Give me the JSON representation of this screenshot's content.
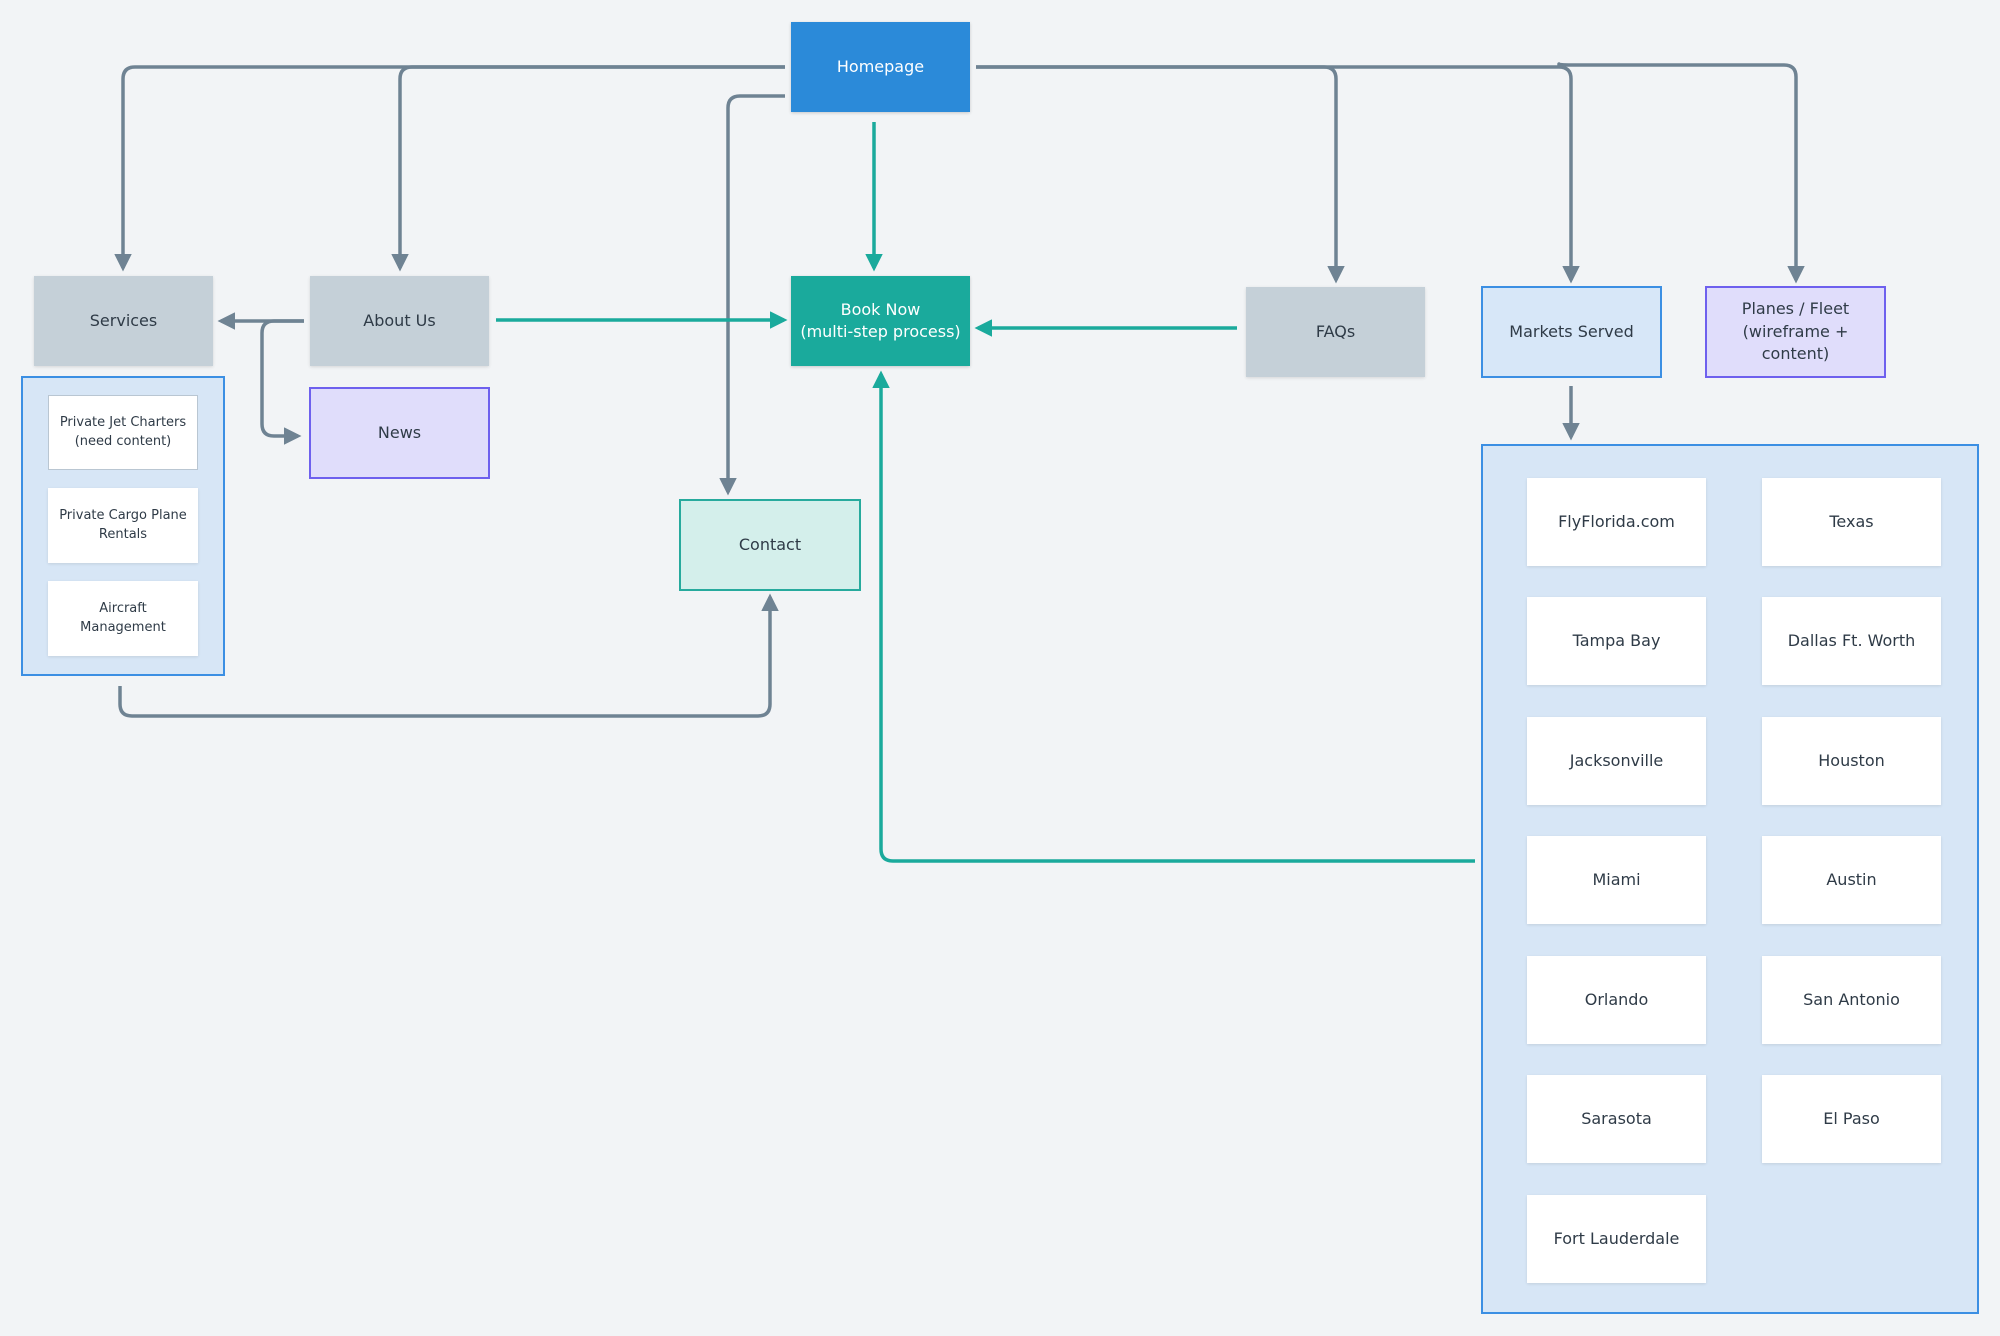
{
  "diagram": {
    "nodes": {
      "homepage": "Homepage",
      "services": "Services",
      "about_us": "About Us",
      "news": "News",
      "book_now": "Book Now\n(multi-step process)",
      "contact": "Contact",
      "faqs": "FAQs",
      "markets_served": "Markets Served",
      "planes_fleet": "Planes / Fleet\n(wireframe + content)"
    },
    "services_items": [
      "Private Jet Charters\n(need content)",
      "Private Cargo Plane\nRentals",
      "Aircraft\nManagement"
    ],
    "markets": [
      "FlyFlorida.com",
      "Texas",
      "Tampa Bay",
      "Dallas Ft. Worth",
      "Jacksonville",
      "Houston",
      "Miami",
      "Austin",
      "Orlando",
      "San Antonio",
      "Sarasota",
      "El Paso",
      "Fort Lauderdale"
    ]
  },
  "colors": {
    "background": "#f2f4f6",
    "connector_gray": "#6f8393",
    "connector_teal": "#1aaa9c",
    "homepage": "#2b8ad9",
    "book_now": "#1aaa9c",
    "section_gray": "#c5d0d8",
    "purple_fill": "#e0ddfb",
    "purple_border": "#6e60ee",
    "container_fill": "#d7e6f6",
    "container_border": "#3c8fe3",
    "contact_fill": "#d4efeb"
  }
}
